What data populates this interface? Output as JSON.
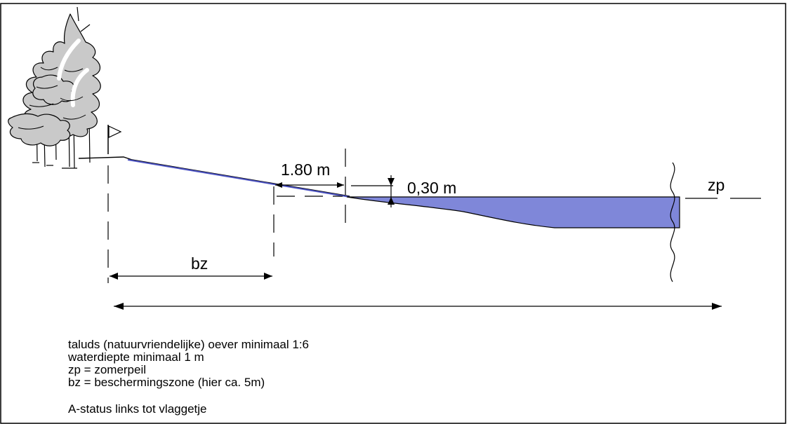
{
  "labels": {
    "width_180": "1.80 m",
    "depth_030": "0,30 m",
    "zp": "zp",
    "bz": "bz"
  },
  "notes": {
    "line1": "taluds (natuurvriendelijke) oever minimaal 1:6",
    "line2": "waterdiepte minimaal 1 m",
    "line3": "zp = zomerpeil",
    "line4": "bz = beschermingszone  (hier ca. 5m)",
    "line5": "A-status links tot vlaggetje"
  },
  "colors": {
    "water": "#7f87d9",
    "tree_fill": "#c9c9c9",
    "line": "#000000"
  },
  "icons": {
    "trees": "tree-icon",
    "flag": "flag-icon"
  }
}
